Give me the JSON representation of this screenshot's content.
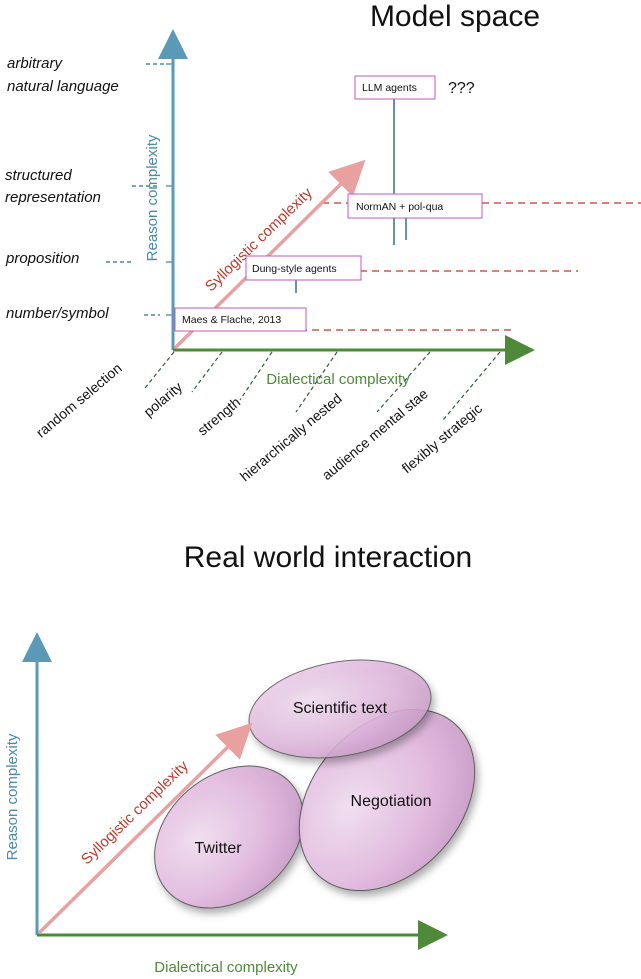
{
  "top": {
    "title": "Model space",
    "y_axis_label": "Reason complexity",
    "x_axis_label": "Dialectical complexity",
    "diag_axis_label": "Syllogistic complexity",
    "y_levels": {
      "arbitrary_line1": "arbitrary",
      "arbitrary_line2": "natural language",
      "structured_line1": "structured",
      "structured_line2": "representation",
      "proposition": "proposition",
      "number_symbol": "number/symbol"
    },
    "x_levels": {
      "random": "random selection",
      "polarity": "polarity",
      "strength": "strength",
      "hierarchical": "hierarchically nested",
      "audience": "audience mental stae",
      "flexible": "flexibly strategic"
    },
    "models": {
      "maes": "Maes & Flache, 2013",
      "dung": "Dung-style agents",
      "normAN": "NormAN + pol-qua",
      "llm": "LLM agents",
      "llm_note": "???"
    }
  },
  "bottom": {
    "title": "Real world interaction",
    "y_axis_label": "Reason complexity",
    "x_axis_label": "Dialectical complexity",
    "diag_axis_label": "Syllogistic complexity",
    "regions": {
      "scientific": "Scientific text",
      "negotiation": "Negotiation",
      "twitter": "Twitter"
    }
  },
  "colors": {
    "blue_axis": "#5b9ab7",
    "green_axis": "#4e8a3a",
    "red_diag": "#e8a0a0",
    "red_text": "#c0392b",
    "dash_red": "#c0392b",
    "dash_green": "#2e5e3a",
    "box_border": "#c05ab8",
    "blob_fill": "#e3bde0"
  }
}
